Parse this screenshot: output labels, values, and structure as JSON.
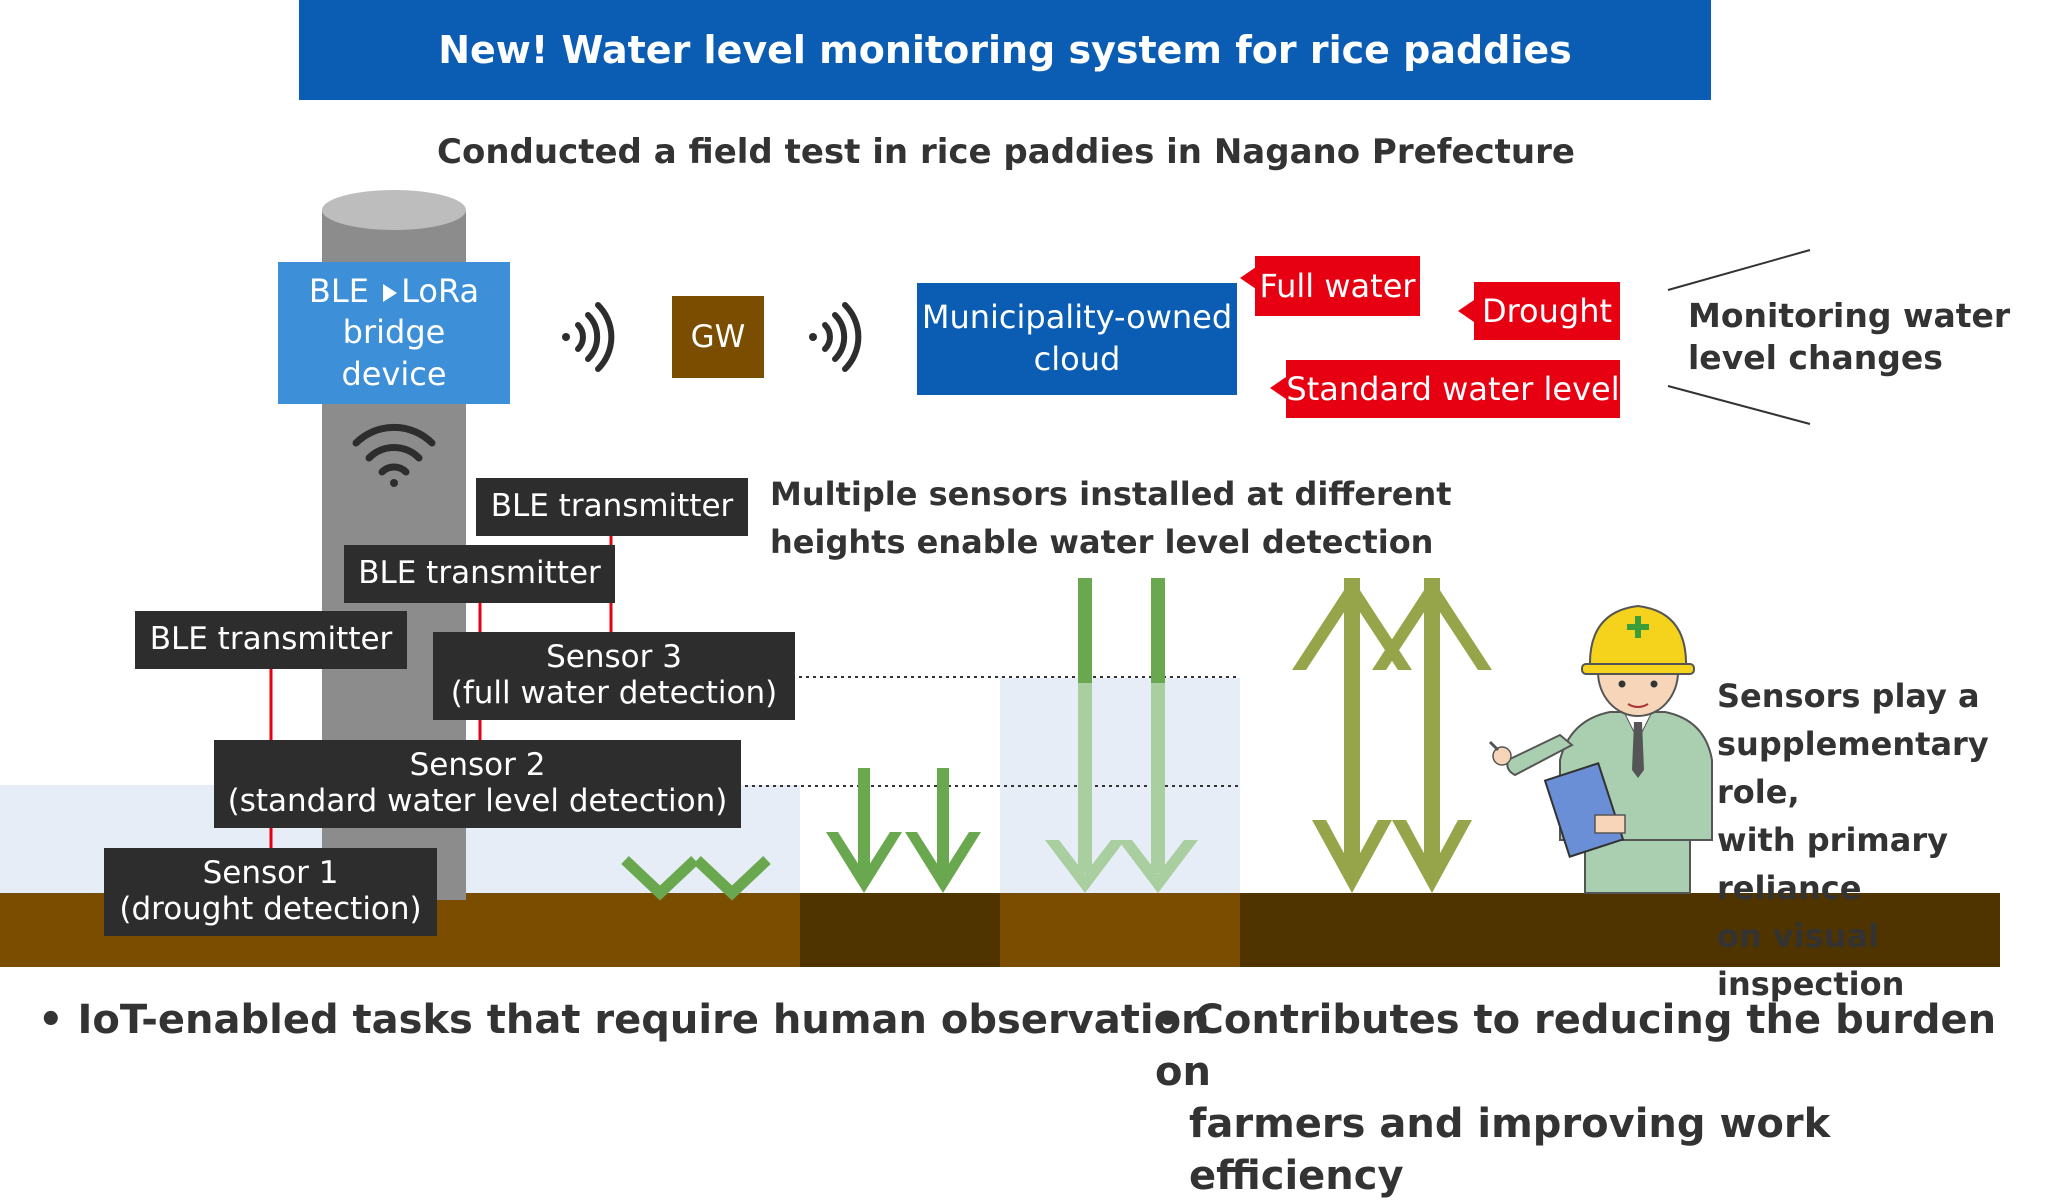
{
  "banner": {
    "title": "New! Water level monitoring system for rice paddies"
  },
  "subtitle": "Conducted a field test in rice paddies in Nagano Prefecture",
  "bridge": {
    "line1": "BLE",
    "line1b": "LoRa",
    "line2": "bridge",
    "line3": "device"
  },
  "gateway": {
    "label": "GW"
  },
  "cloud": {
    "line1": "Municipality-owned",
    "line2": "cloud"
  },
  "tags": {
    "full": "Full water",
    "drought": "Drought",
    "standard": "Standard water level"
  },
  "monitoring": {
    "line1": "Monitoring water",
    "line2": "level changes"
  },
  "transmitters": [
    "BLE transmitter",
    "BLE transmitter",
    "BLE transmitter"
  ],
  "sensors": {
    "s3": {
      "name": "Sensor 3",
      "desc": "(full water detection)"
    },
    "s2": {
      "name": "Sensor 2",
      "desc": "(standard water level detection)"
    },
    "s1": {
      "name": "Sensor 1",
      "desc": "(drought detection)"
    }
  },
  "multi": {
    "line1": "Multiple sensors installed at different",
    "line2": "heights enable water level detection"
  },
  "supplementary": {
    "line1": "Sensors play a",
    "line2": "supplementary role,",
    "line3": "with primary reliance",
    "line4": "on visual inspection"
  },
  "bullets": {
    "left": "IoT-enabled tasks that require human observation",
    "right1": "Contributes to reducing the burden on",
    "right2": "farmers and improving work efficiency"
  },
  "icons": {
    "wireless": "wireless-signal-icon",
    "wifi": "wifi-icon",
    "worker": "worker-illustration",
    "arrow": "play-arrow-icon"
  },
  "colors": {
    "banner": "#0a5db3",
    "bridge": "#3d8fd8",
    "cloud": "#0a5db3",
    "gw": "#7b4d00",
    "tag": "#e60012",
    "soil": "#7b4d00",
    "soil_dark": "#4f3400",
    "water": "#e6edf6",
    "pole": "#8c8c8c",
    "arrow_green": "#6aa84f",
    "arrow_olive": "#96a54a",
    "wire": "#e60012"
  }
}
